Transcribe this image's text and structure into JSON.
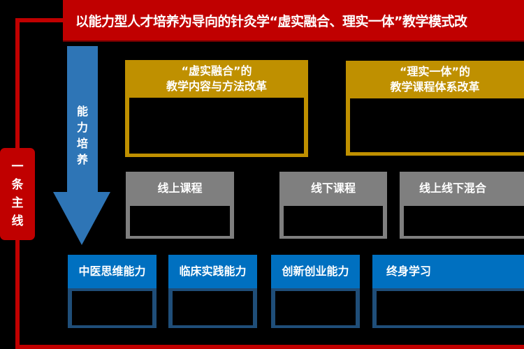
{
  "title": "以能力型人才培养为导向的针灸学“虚实融合、理实一体”教学模式改",
  "main_line": [
    "一",
    "条",
    "主",
    "线"
  ],
  "ability_arrow": [
    "能",
    "力",
    "培",
    "养"
  ],
  "reforms": [
    {
      "line1": "“虚实融合”的",
      "line2": "教学内容与方法改革"
    },
    {
      "line1": "“理实一体”的",
      "line2": "教学课程体系改革"
    }
  ],
  "courses": [
    "线上课程",
    "线下课程",
    "线上线下混合"
  ],
  "abilities": [
    "中医思维能力",
    "临床实践能力",
    "创新创业能力",
    "终身学习"
  ],
  "colors": {
    "red": "#c00000",
    "blue_arrow": "#2e75b6",
    "gold": "#bf9000",
    "gray": "#7f7f7f",
    "blue_box": "#0070c0"
  }
}
